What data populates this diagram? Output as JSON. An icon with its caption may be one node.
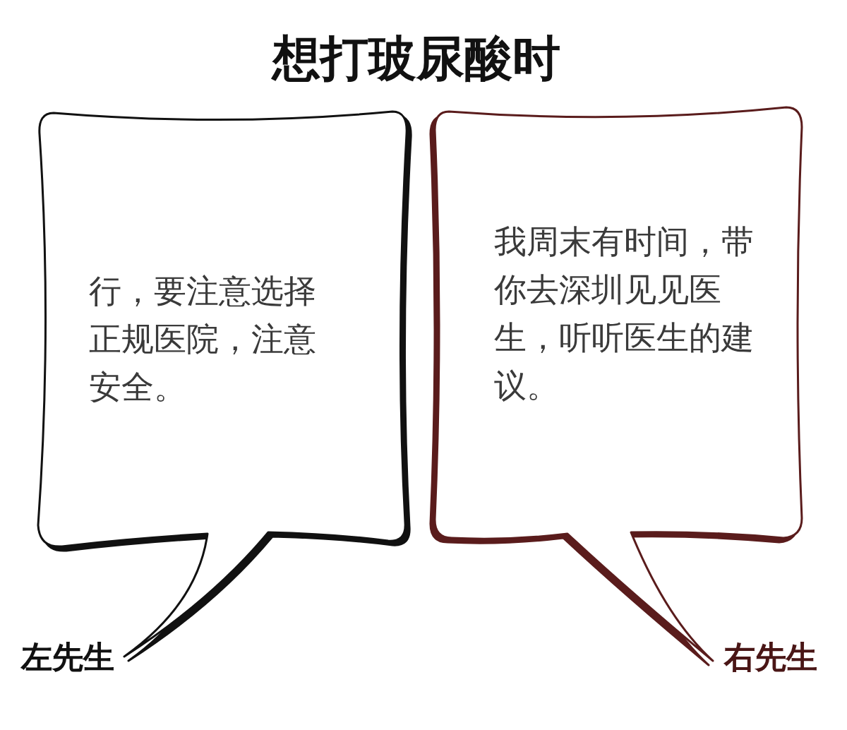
{
  "diagram": {
    "title": "想打玻尿酸时",
    "nodes": [
      {
        "text": [
          "行，要注意选择正规医院，注意安全。"
        ],
        "beside": [
          "左先生"
        ]
      },
      {
        "text": [
          "我周末有时间，带你去深圳见见医生，听听医生的建议。"
        ],
        "beside": [
          "右先生"
        ]
      }
    ]
  }
}
